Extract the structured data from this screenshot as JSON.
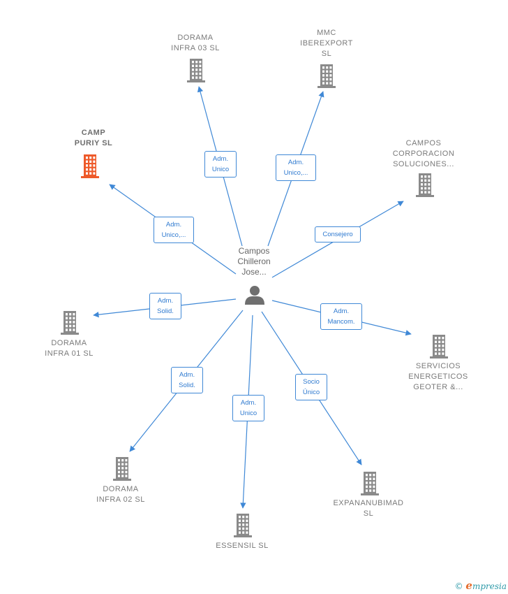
{
  "colors": {
    "edge": "#3f88d6",
    "building": "#8a8a8a",
    "building_highlight": "#ee5a2a"
  },
  "center": {
    "name": "Campos\nChilleron\nJose...",
    "icon": "person-icon"
  },
  "nodes": [
    {
      "id": "dorama-infra-03",
      "name": "DORAMA\nINFRA 03  SL",
      "highlight": false,
      "icon": "building-icon"
    },
    {
      "id": "mmc-iberexport",
      "name": "MMC\nIBEREXPORT\nSL",
      "highlight": false,
      "icon": "building-icon"
    },
    {
      "id": "camp-puriy",
      "name": "CAMP\nPURIY  SL",
      "highlight": true,
      "icon": "building-icon"
    },
    {
      "id": "campos-corporacion",
      "name": "CAMPOS\nCORPORACION\nSOLUCIONES...",
      "highlight": false,
      "icon": "building-icon"
    },
    {
      "id": "dorama-infra-01",
      "name": "DORAMA\nINFRA 01  SL",
      "highlight": false,
      "icon": "building-icon"
    },
    {
      "id": "servicios-energeticos",
      "name": "SERVICIOS\nENERGETICOS\nGEOTER &...",
      "highlight": false,
      "icon": "building-icon"
    },
    {
      "id": "dorama-infra-02",
      "name": "DORAMA\nINFRA 02  SL",
      "highlight": false,
      "icon": "building-icon"
    },
    {
      "id": "expananubimad",
      "name": "EXPANANUBIMAD\nSL",
      "highlight": false,
      "icon": "building-icon"
    },
    {
      "id": "essensil",
      "name": "ESSENSIL  SL",
      "highlight": false,
      "icon": "building-icon"
    }
  ],
  "edges": [
    {
      "target": "dorama-infra-03",
      "label": "Adm.\nUnico"
    },
    {
      "target": "mmc-iberexport",
      "label": "Adm.\nUnico,..."
    },
    {
      "target": "camp-puriy",
      "label": "Adm.\nUnico,..."
    },
    {
      "target": "campos-corporacion",
      "label": "Consejero"
    },
    {
      "target": "dorama-infra-01",
      "label": "Adm.\nSolid."
    },
    {
      "target": "servicios-energeticos",
      "label": "Adm.\nMancom."
    },
    {
      "target": "dorama-infra-02",
      "label": "Adm.\nSolid."
    },
    {
      "target": "essensil",
      "label": "Adm.\nUnico"
    },
    {
      "target": "expananubimad",
      "label": "Socio\nÚnico"
    }
  ],
  "footer": {
    "copyright": "©",
    "brand_initial": "e",
    "brand_rest": "mpresia"
  }
}
